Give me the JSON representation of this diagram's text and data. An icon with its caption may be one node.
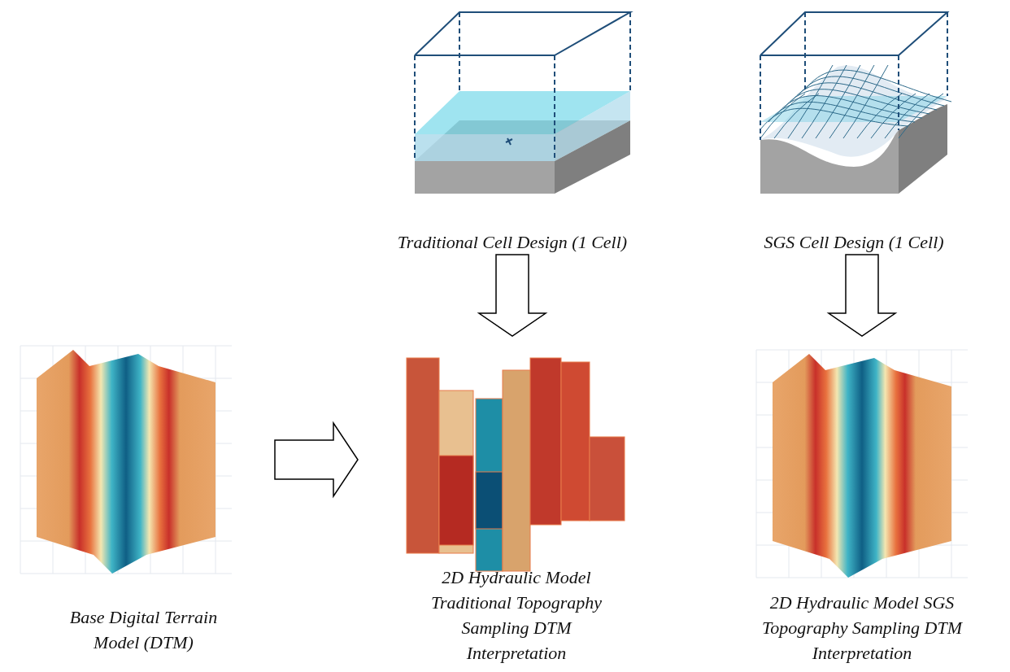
{
  "diagram": {
    "nodes": [
      {
        "text": [
          "Traditional Cell Design (1 Cell)"
        ]
      },
      {
        "text": [
          "SGS Cell Design (1 Cell)"
        ]
      },
      {
        "text": [
          "Base Digital Terrain Model (DTM)"
        ]
      },
      {
        "text": [
          "2D Hydraulic Model Traditional Topography Sampling DTM Interpretation"
        ]
      },
      {
        "text": [
          "2D Hydraulic Model SGS Topography Sampling DTM Interpretation"
        ]
      }
    ],
    "edges": [
      {
        "from": 0,
        "to": 3,
        "arrow": "to"
      },
      {
        "from": 1,
        "to": 4,
        "arrow": "to"
      },
      {
        "from": 2,
        "to": 3,
        "arrow": "to"
      }
    ]
  }
}
